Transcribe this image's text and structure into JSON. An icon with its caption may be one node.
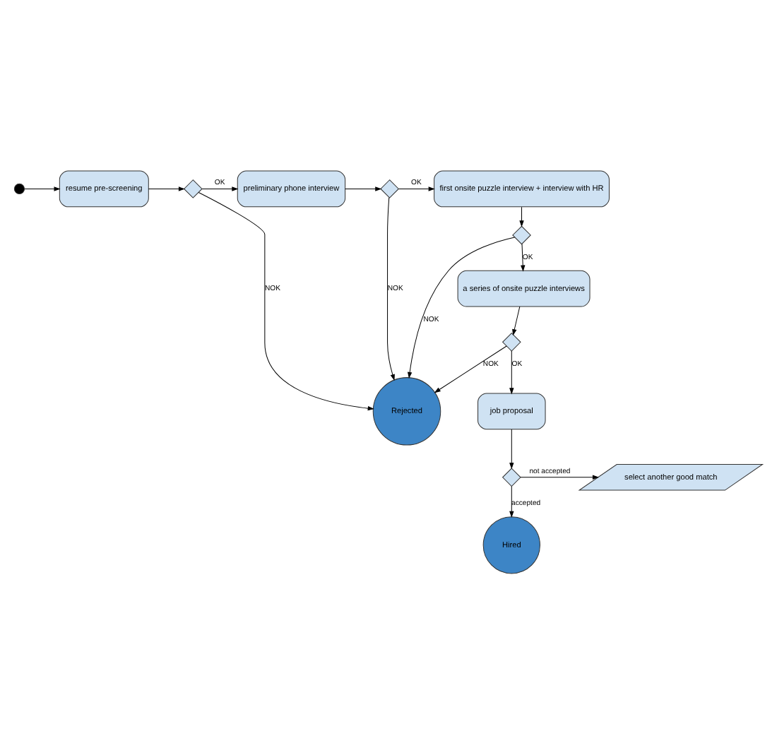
{
  "diagram": {
    "nodes": [
      {
        "text": [],
        "shape": "circle"
      },
      {
        "text": [
          "resume pre-screening"
        ]
      },
      {
        "text": [],
        "shape": "diamond"
      },
      {
        "text": [
          "preliminary phone interview"
        ]
      },
      {
        "text": [],
        "shape": "diamond"
      },
      {
        "text": [
          "first onsite puzzle interview + interview with HR"
        ]
      },
      {
        "text": [],
        "shape": "diamond"
      },
      {
        "text": [
          "a series of onsite puzzle interviews"
        ]
      },
      {
        "text": [
          "Rejected"
        ]
      },
      {
        "text": [],
        "shape": "diamond"
      },
      {
        "text": [
          "job proposal"
        ]
      },
      {
        "text": [],
        "shape": "diamond"
      },
      {
        "text": [
          "select another good match"
        ]
      },
      {
        "text": [
          "Hired"
        ]
      }
    ],
    "edges": [
      {
        "from": 0,
        "to": 1,
        "arrow": "to"
      },
      {
        "from": 1,
        "to": 2,
        "arrow": "to"
      },
      {
        "from": 2,
        "to": 3,
        "arrow": "to",
        "label": "OK"
      },
      {
        "from": 2,
        "to": 8,
        "arrow": "to",
        "label": "NOK"
      },
      {
        "from": 3,
        "to": 4,
        "arrow": "to"
      },
      {
        "from": 4,
        "to": 5,
        "arrow": "to",
        "label": "OK"
      },
      {
        "from": 4,
        "to": 8,
        "arrow": "to",
        "label": "NOK"
      },
      {
        "from": 5,
        "to": 6,
        "arrow": "to"
      },
      {
        "from": 6,
        "to": 7,
        "arrow": "to",
        "label": "OK"
      },
      {
        "from": 6,
        "to": 8,
        "arrow": "to",
        "label": "NOK"
      },
      {
        "from": 7,
        "to": 9,
        "arrow": "to"
      },
      {
        "from": 9,
        "to": 10,
        "arrow": "to",
        "label": "OK"
      },
      {
        "from": 9,
        "to": 8,
        "arrow": "to",
        "label": "NOK"
      },
      {
        "from": 10,
        "to": 11,
        "arrow": "to"
      },
      {
        "from": 11,
        "to": 12,
        "arrow": "to",
        "label": "not accepted"
      },
      {
        "from": 11,
        "to": 13,
        "arrow": "to",
        "label": "accepted"
      }
    ]
  }
}
